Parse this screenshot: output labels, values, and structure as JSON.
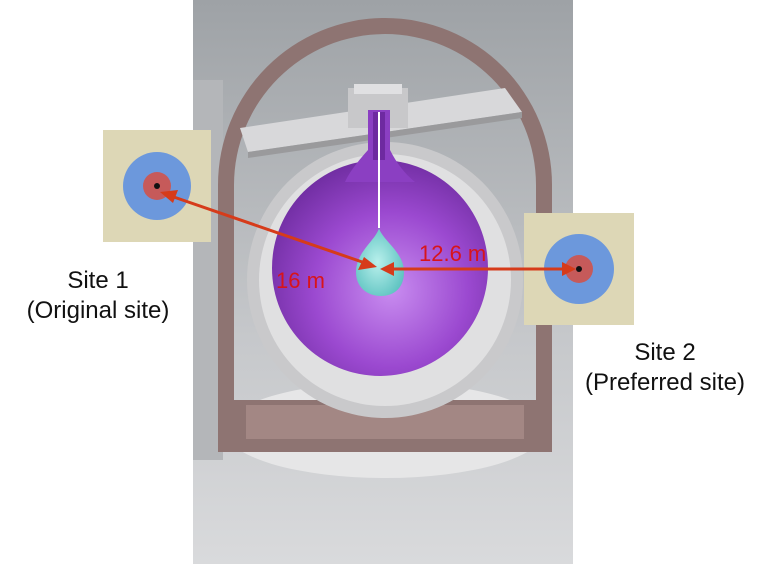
{
  "sites": [
    {
      "name": "Site 1",
      "description": "(Original site)"
    },
    {
      "name": "Site 2",
      "description": "(Preferred site)"
    }
  ],
  "distances": {
    "site1": "16 m",
    "site2": "12.6 m"
  },
  "colors": {
    "arrow": "#d63b1a",
    "distance_text": "#d8141b",
    "vessel": "#8e3fc4",
    "source": "#7ad6d4",
    "site_tile": "#ddd7b6",
    "site_ring": "#6c98dc",
    "site_core": "#c65a5a",
    "cavern_wall": "#8e7472"
  }
}
